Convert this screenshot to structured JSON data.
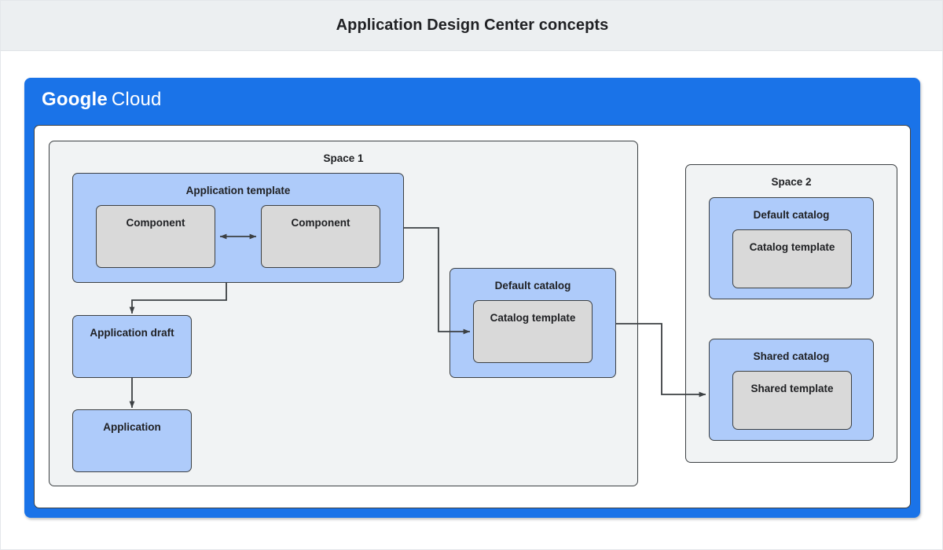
{
  "title": "Application Design Center concepts",
  "colors": {
    "title_bar_bg": "#eceff1",
    "cloud_blue": "#1a73e8",
    "node_blue": "#aecbfa",
    "node_grey": "#d9d9d9",
    "space_grey": "#f1f3f4",
    "stroke": "#3c4043",
    "text": "#202124"
  },
  "cloud": {
    "logo_primary": "Google",
    "logo_secondary": "Cloud"
  },
  "space1": {
    "label": "Space 1",
    "application_template": {
      "label": "Application template",
      "components": [
        {
          "label": "Component"
        },
        {
          "label": "Component"
        }
      ]
    },
    "application_draft": {
      "label": "Application draft"
    },
    "application": {
      "label": "Application"
    },
    "default_catalog": {
      "label": "Default catalog",
      "template": {
        "label": "Catalog template"
      }
    }
  },
  "space2": {
    "label": "Space 2",
    "default_catalog": {
      "label": "Default catalog",
      "template": {
        "label": "Catalog template"
      }
    },
    "shared_catalog": {
      "label": "Shared catalog",
      "template": {
        "label": "Shared template"
      }
    }
  },
  "connectors": [
    {
      "name": "component-to-component",
      "type": "bidirectional"
    },
    {
      "name": "application-template-to-application-draft",
      "type": "arrow"
    },
    {
      "name": "application-draft-to-application",
      "type": "arrow"
    },
    {
      "name": "application-template-to-default-catalog-template",
      "type": "arrow"
    },
    {
      "name": "default-catalog-to-shared-catalog",
      "type": "arrow"
    }
  ]
}
